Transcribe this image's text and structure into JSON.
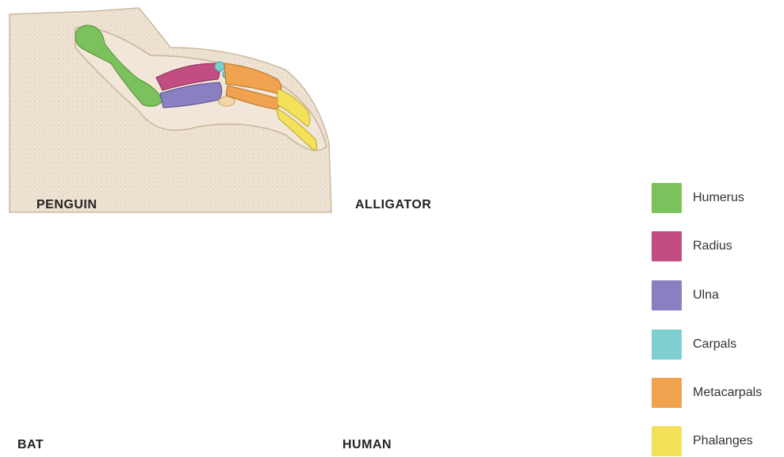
{
  "panels": {
    "penguin": {
      "label": "PENGUIN"
    },
    "alligator": {
      "label": "ALLIGATOR"
    },
    "bat": {
      "label": "BAT"
    },
    "human": {
      "label": "HUMAN"
    }
  },
  "colors": {
    "skin": "#ede0cf",
    "skin_stroke": "#cdb9a3",
    "humerus": "#7cc25c",
    "radius": "#c14d83",
    "ulna": "#8a7fc0",
    "carpals": "#7fcfd0",
    "metacarpals": "#f0a24f",
    "phalanges": "#f3e15a"
  },
  "legend": [
    {
      "key": "humerus",
      "label": "Humerus",
      "color": "#7cc25c"
    },
    {
      "key": "radius",
      "label": "Radius",
      "color": "#c14d83"
    },
    {
      "key": "ulna",
      "label": "Ulna",
      "color": "#8a7fc0"
    },
    {
      "key": "carpals",
      "label": "Carpals",
      "color": "#7fcfd0"
    },
    {
      "key": "metacarpals",
      "label": "Metacarpals",
      "color": "#f0a24f"
    },
    {
      "key": "phalanges",
      "label": "Phalanges",
      "color": "#f3e15a"
    }
  ]
}
